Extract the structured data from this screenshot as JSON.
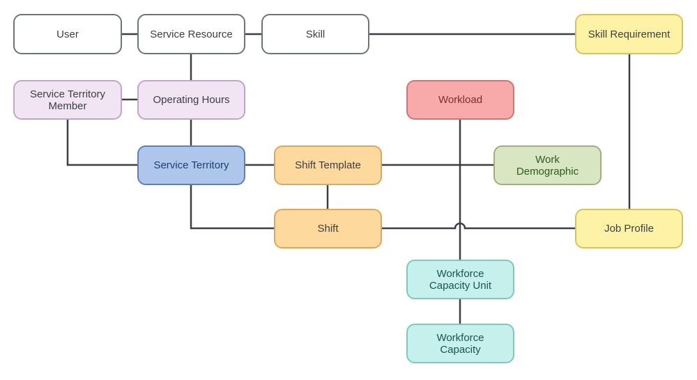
{
  "nodes": {
    "user": {
      "label": "User",
      "fill": "#ffffff",
      "border": "#6b7280",
      "text": "#3a3f45"
    },
    "service_resource": {
      "label": "Service Resource",
      "fill": "#ffffff",
      "border": "#6b7280",
      "text": "#3a3f45"
    },
    "skill": {
      "label": "Skill",
      "fill": "#ffffff",
      "border": "#6b7280",
      "text": "#3a3f45"
    },
    "skill_requirement": {
      "label": "Skill Requirement",
      "fill": "#fef3a4",
      "border": "#d9c25a",
      "text": "#3a3f45"
    },
    "service_territory_member": {
      "label": "Service Territory\nMember",
      "fill": "#f1e4f3",
      "border": "#c3a3cc",
      "text": "#3a3f45"
    },
    "operating_hours": {
      "label": "Operating Hours",
      "fill": "#f1e4f3",
      "border": "#c3a3cc",
      "text": "#3a3f45"
    },
    "workload": {
      "label": "Workload",
      "fill": "#f8a9a9",
      "border": "#d27373",
      "text": "#7a2f2f"
    },
    "service_territory": {
      "label": "Service Territory",
      "fill": "#aec6ea",
      "border": "#5b80b9",
      "text": "#1d3f75"
    },
    "shift_template": {
      "label": "Shift Template",
      "fill": "#fdd99e",
      "border": "#d9a85a",
      "text": "#3a3f45"
    },
    "work_demographic": {
      "label": "Work\nDemographic",
      "fill": "#d8e6c2",
      "border": "#9ab27a",
      "text": "#2f5a1f"
    },
    "shift": {
      "label": "Shift",
      "fill": "#fdd99e",
      "border": "#d9a85a",
      "text": "#3a3f45"
    },
    "job_profile": {
      "label": "Job Profile",
      "fill": "#fef3a4",
      "border": "#d9c25a",
      "text": "#3a3f45"
    },
    "workforce_capacity_unit": {
      "label": "Workforce\nCapacity Unit",
      "fill": "#c5f0ec",
      "border": "#79c9c0",
      "text": "#1d5450"
    },
    "workforce_capacity": {
      "label": "Workforce\nCapacity",
      "fill": "#c5f0ec",
      "border": "#79c9c0",
      "text": "#1d5450"
    }
  },
  "line_color": "#3a3f45"
}
